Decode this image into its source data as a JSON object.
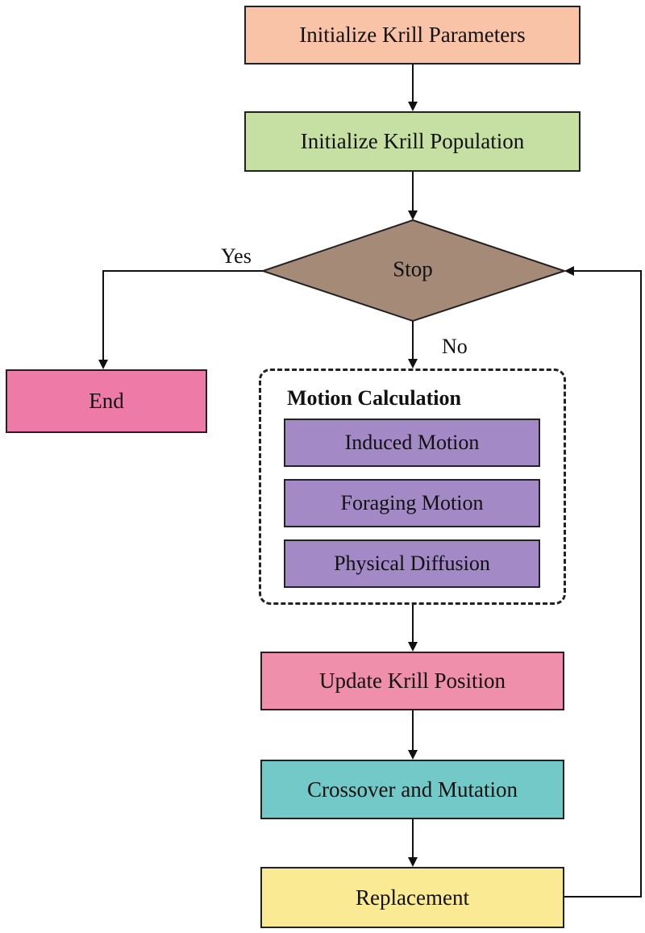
{
  "nodes": {
    "init_params": {
      "label": "Initialize Krill Parameters",
      "color": "#f8c3a6"
    },
    "init_population": {
      "label": "Initialize Krill Population",
      "color": "#c6e0a4"
    },
    "stop": {
      "label": "Stop",
      "color": "#a68a78"
    },
    "end": {
      "label": "End",
      "color": "#ee7aa8"
    },
    "motion_group": {
      "title": "Motion Calculation",
      "items": [
        {
          "label": "Induced Motion",
          "color": "#a389c5"
        },
        {
          "label": "Foraging Motion",
          "color": "#a389c5"
        },
        {
          "label": "Physical Diffusion",
          "color": "#a389c5"
        }
      ]
    },
    "update_position": {
      "label": "Update Krill Position",
      "color": "#f08fab"
    },
    "crossover": {
      "label": "Crossover and Mutation",
      "color": "#73c9c8"
    },
    "replacement": {
      "label": "Replacement",
      "color": "#faea94"
    }
  },
  "edge_labels": {
    "yes": "Yes",
    "no": "No"
  }
}
